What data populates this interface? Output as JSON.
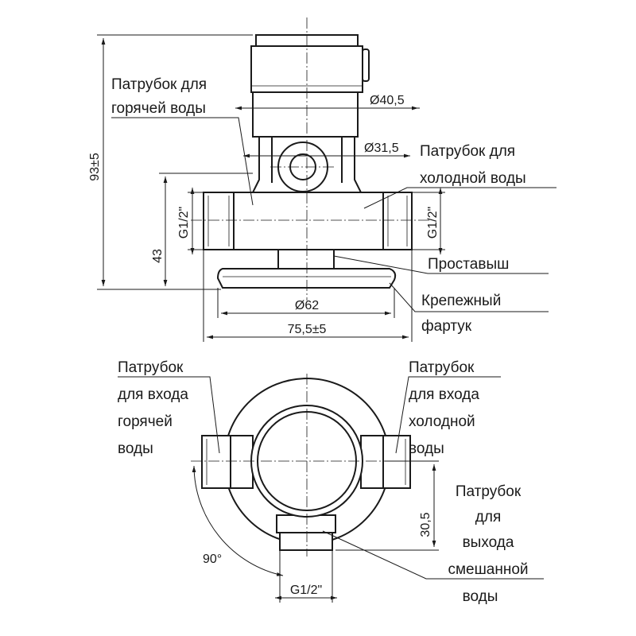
{
  "labels": {
    "hot_inlet_top_l1": "Патрубок  для",
    "hot_inlet_top_l2": "горячей воды",
    "cold_inlet_top_l1": "Патрубок  для",
    "cold_inlet_top_l2": "холодной воды",
    "spacer": "Проставыш",
    "flange_l1": "Крепежный",
    "flange_l2": "фартук",
    "hot_inlet_bottom_l1": "Патрубок",
    "hot_inlet_bottom_l2": "для входа",
    "hot_inlet_bottom_l3": "горячей",
    "hot_inlet_bottom_l4": "воды",
    "cold_inlet_bottom_l1": "Патрубок",
    "cold_inlet_bottom_l2": "для входа",
    "cold_inlet_bottom_l3": "холодной",
    "cold_inlet_bottom_l4": "воды",
    "outlet_l1": "Патрубок",
    "outlet_l2": "для",
    "outlet_l3": "выхода",
    "outlet_l4": "смешанной",
    "outlet_l5": "воды"
  },
  "dimensions": {
    "d_cap": "Ø40,5",
    "d_body": "Ø31,5",
    "total_height": "93±5",
    "pipe_height": "43",
    "thread_left": "G1/2\"",
    "thread_right": "G1/2\"",
    "d_flange": "Ø62",
    "width": "75,5±5",
    "outlet_offset": "30,5",
    "angle": "90°",
    "thread_bottom": "G1/2\""
  }
}
